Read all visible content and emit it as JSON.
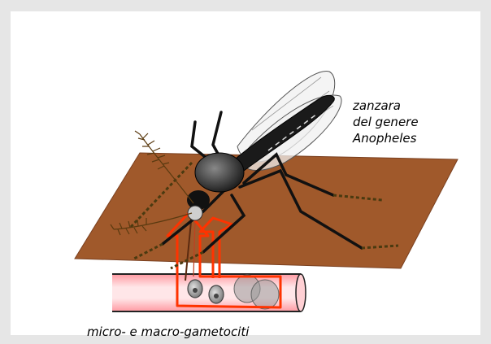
{
  "labels": {
    "mosquito": [
      "zanzara",
      "del genere",
      "Anopheles"
    ],
    "cells": "micro- e macro-gametociti"
  },
  "colors": {
    "page_bg": "#e6e6e6",
    "frame_bg": "#ffffff",
    "skin": "#a0592b",
    "arrow": "#ff3300",
    "vessel_outer": "#ffb3b8",
    "vessel_inner": "#fff0f0"
  }
}
